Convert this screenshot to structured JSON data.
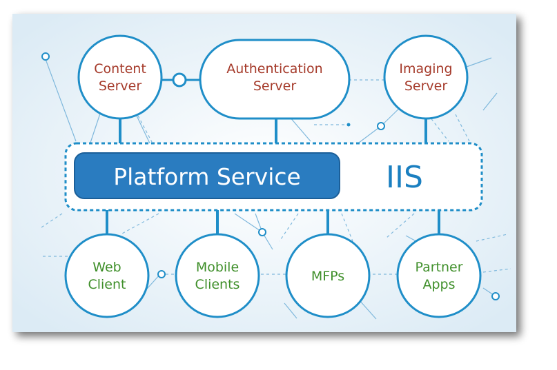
{
  "servers": {
    "content": {
      "line1": "Content",
      "line2": "Server"
    },
    "authentication": {
      "line1": "Authentication",
      "line2": "Server"
    },
    "imaging": {
      "line1": "Imaging",
      "line2": "Server"
    }
  },
  "platform": {
    "label": "Platform Service",
    "host": "IIS"
  },
  "clients": {
    "web": {
      "line1": "Web",
      "line2": "Client"
    },
    "mobile": {
      "line1": "Mobile",
      "line2": "Clients"
    },
    "mfps": {
      "line1": "MFPs"
    },
    "partner": {
      "line1": "Partner",
      "line2": "Apps"
    }
  },
  "colors": {
    "outline": "#1f8ec8",
    "platform_fill": "#2a7cc0",
    "server_text": "#a53a2a",
    "client_text": "#3f8f2a",
    "background": "#e6f1f8"
  }
}
